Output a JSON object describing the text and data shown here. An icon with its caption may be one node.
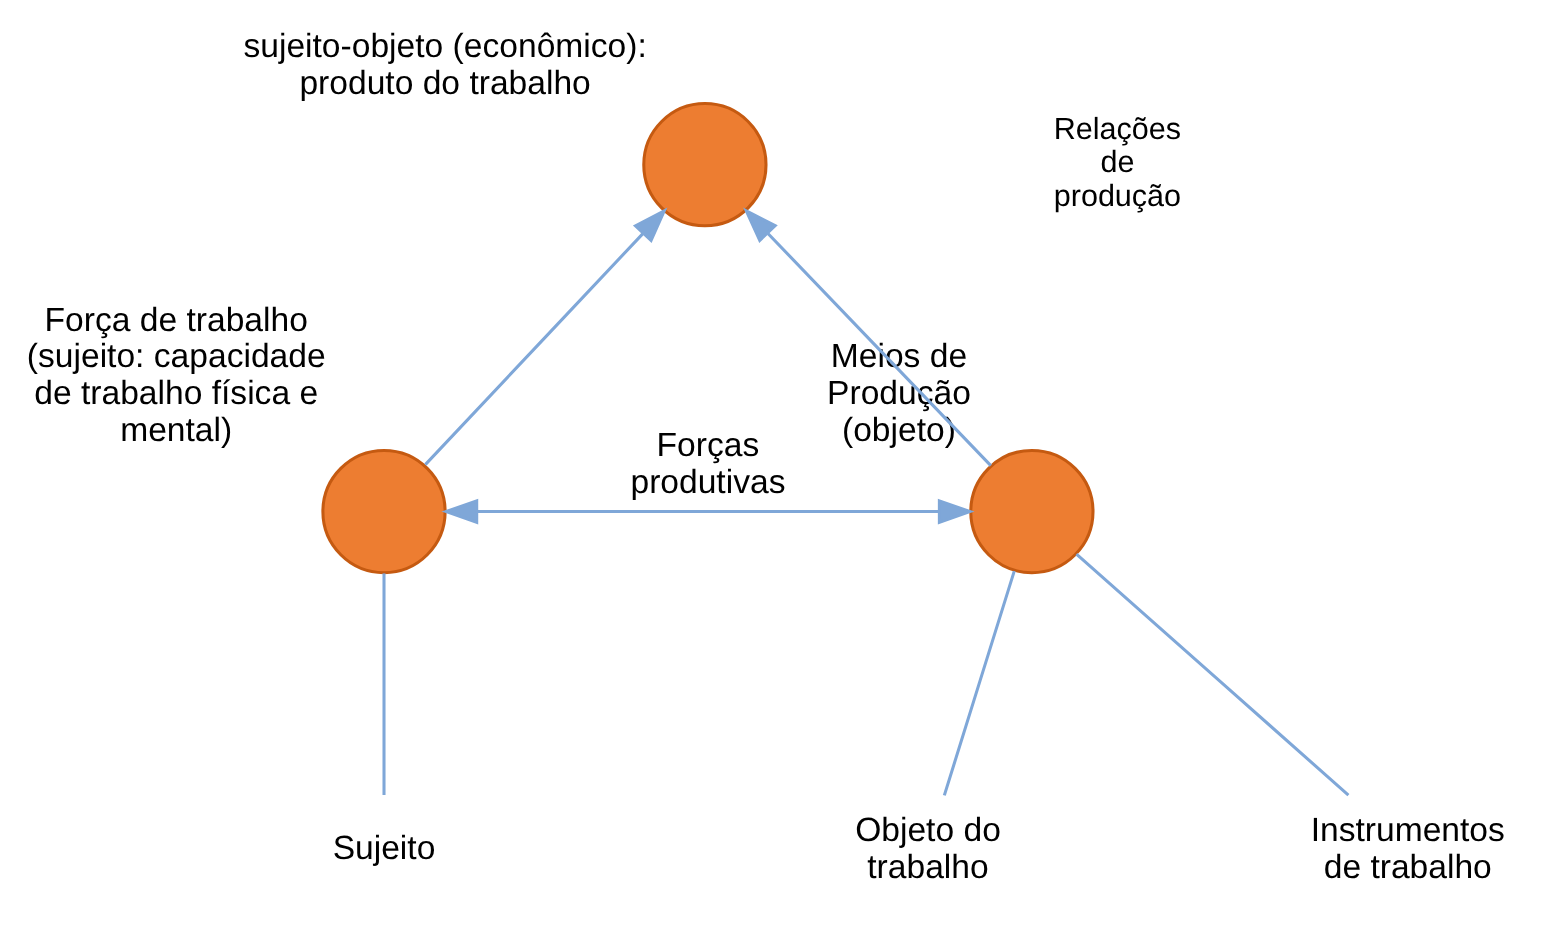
{
  "diagram": {
    "nodes": [
      {
        "text": [
          "sujeito-objeto (econômico): produto do trabalho"
        ]
      },
      {
        "text": [
          "Força de trabalho (sujeito: capacidade de trabalho física e mental)"
        ]
      },
      {
        "text": [
          "Meios de Produção (objeto)"
        ]
      },
      {
        "text": [
          "Sujeito"
        ]
      },
      {
        "text": [
          "Objeto do trabalho"
        ]
      },
      {
        "text": [
          "Instrumentos de trabalho"
        ]
      }
    ],
    "edges": [
      {
        "from": 1,
        "to": 0,
        "arrow": "to"
      },
      {
        "from": 2,
        "to": 0,
        "arrow": "to"
      },
      {
        "from": 1,
        "to": 2,
        "arrow": "both",
        "label": "Forças produtivas"
      },
      {
        "from": 1,
        "to": 3,
        "arrow": "none"
      },
      {
        "from": 2,
        "to": 4,
        "arrow": "none"
      },
      {
        "from": 2,
        "to": 5,
        "arrow": "none"
      }
    ],
    "labels": [
      "Relações de produção"
    ]
  }
}
